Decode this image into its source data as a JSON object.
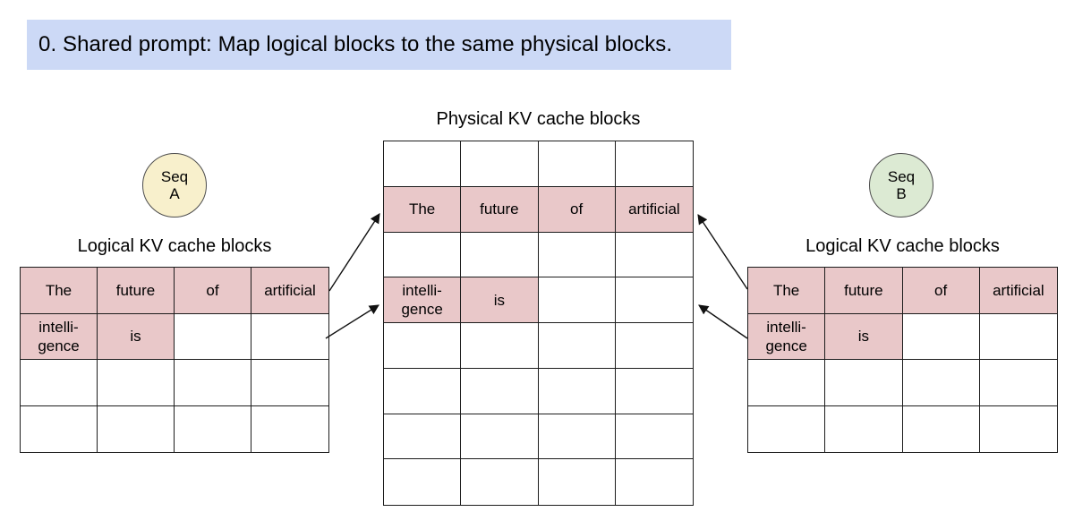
{
  "banner": {
    "title": "0. Shared prompt: Map logical blocks to the same physical blocks."
  },
  "colors": {
    "banner_bg": "#ccd9f6",
    "highlight": "#e9c8c9",
    "seq_a_fill": "#f8f0cc",
    "seq_b_fill": "#dcead3",
    "table_line": "#1c1c1c",
    "arrow": "#111111"
  },
  "labels": {
    "physical_title": "Physical KV cache blocks",
    "logical_a_title": "Logical KV cache blocks",
    "logical_b_title": "Logical KV cache blocks",
    "seq_a_line1": "Seq",
    "seq_a_line2": "A",
    "seq_b_line1": "Seq",
    "seq_b_line2": "B"
  },
  "tables": {
    "physical": {
      "rows": 8,
      "cols": 4,
      "filled": [
        {
          "r": 1,
          "c": 0,
          "t": "The"
        },
        {
          "r": 1,
          "c": 1,
          "t": "future"
        },
        {
          "r": 1,
          "c": 2,
          "t": "of"
        },
        {
          "r": 1,
          "c": 3,
          "t": "artificial"
        },
        {
          "r": 3,
          "c": 0,
          "t": "intelli-\ngence"
        },
        {
          "r": 3,
          "c": 1,
          "t": "is"
        }
      ]
    },
    "logical_a": {
      "rows": 4,
      "cols": 4,
      "filled": [
        {
          "r": 0,
          "c": 0,
          "t": "The"
        },
        {
          "r": 0,
          "c": 1,
          "t": "future"
        },
        {
          "r": 0,
          "c": 2,
          "t": "of"
        },
        {
          "r": 0,
          "c": 3,
          "t": "artificial"
        },
        {
          "r": 1,
          "c": 0,
          "t": "intelli-\ngence"
        },
        {
          "r": 1,
          "c": 1,
          "t": "is"
        }
      ]
    },
    "logical_b": {
      "rows": 4,
      "cols": 4,
      "filled": [
        {
          "r": 0,
          "c": 0,
          "t": "The"
        },
        {
          "r": 0,
          "c": 1,
          "t": "future"
        },
        {
          "r": 0,
          "c": 2,
          "t": "of"
        },
        {
          "r": 0,
          "c": 3,
          "t": "artificial"
        },
        {
          "r": 1,
          "c": 0,
          "t": "intelli-\ngence"
        },
        {
          "r": 1,
          "c": 1,
          "t": "is"
        }
      ]
    }
  }
}
